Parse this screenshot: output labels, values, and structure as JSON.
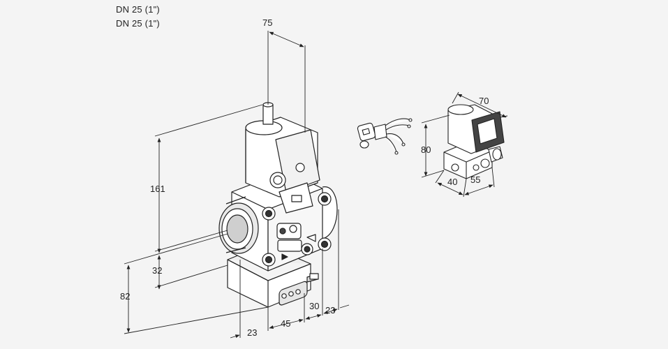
{
  "header": {
    "line1": "DN 25 (1\")",
    "line2": "DN 25 (1\")"
  },
  "dimensions": {
    "top_width": "75",
    "height_total": "161",
    "height_mid": "32",
    "height_bottom": "82",
    "bottom_left": "23",
    "bottom_mid": "45",
    "bottom_right_a": "30",
    "bottom_right_b": "23",
    "aux_width": "70",
    "aux_height": "80",
    "aux_depth_a": "40",
    "aux_depth_b": "55"
  },
  "colors": {
    "background": "#f4f4f4",
    "line": "#222222",
    "fill_light": "#ffffff",
    "fill_shade": "#d9d9d9"
  }
}
